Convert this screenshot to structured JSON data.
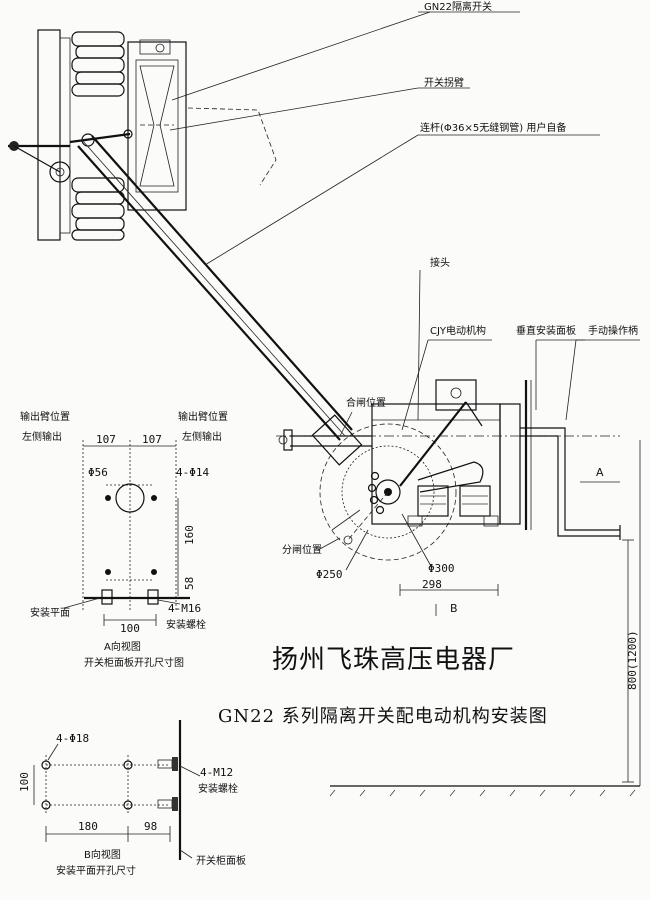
{
  "labels": {
    "switch_name": "GN22隔离开关",
    "crank_arm": "开关拐臂",
    "link_rod": "连杆(Φ36×5无缝钢管) 用户自备",
    "joint": "接头",
    "mechanism": "CJY电动机构",
    "vertical_panel": "垂直安装面板",
    "manual_handle": "手动操作柄",
    "closed_position": "合闸位置",
    "open_position": "分闸位置",
    "dia_250": "Φ250",
    "dia_300": "Φ300",
    "dim_298": "298",
    "view_a_marker": "A",
    "view_b_marker": "B",
    "height_dim": "800(1200)"
  },
  "view_a": {
    "output_arm_left_1": "输出臂位置",
    "output_arm_left_2": "左侧输出",
    "output_arm_right_1": "输出臂位置",
    "output_arm_right_2": "左侧输出",
    "dim_107_left": "107",
    "dim_107_right": "107",
    "dia_56": "Φ56",
    "holes": "4-Φ14",
    "dim_160": "160",
    "dim_58": "58",
    "mount_plane": "安装平面",
    "bolts": "4-M16",
    "bolts_label": "安装螺栓",
    "dim_100": "100",
    "caption_1": "A向视图",
    "caption_2": "开关柜面板开孔尺寸图"
  },
  "view_b": {
    "holes": "4-Φ18",
    "dim_100": "100",
    "dim_180": "180",
    "dim_98": "98",
    "bolts": "4-M12",
    "bolts_label": "安装螺栓",
    "caption_1": "B向视图",
    "caption_2": "安装平面开孔尺寸",
    "panel": "开关柜面板"
  },
  "titles": {
    "company": "扬州飞珠高压电器厂",
    "drawing": "GN22 系列隔离开关配电动机构安装图"
  }
}
